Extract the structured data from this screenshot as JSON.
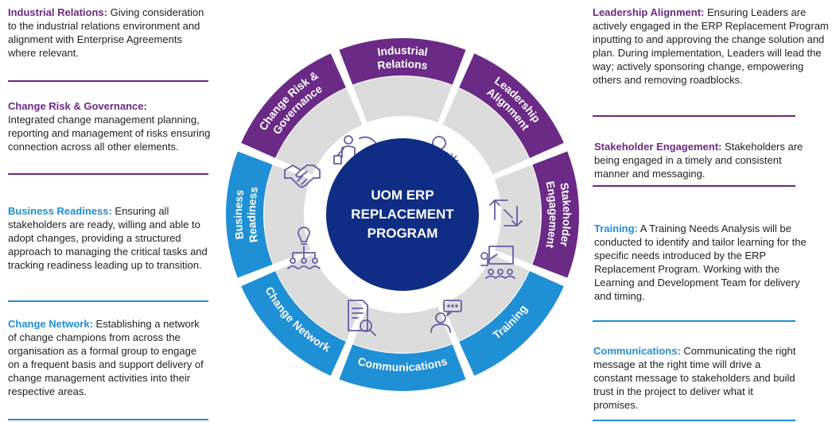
{
  "center": {
    "line1": "UOM ERP",
    "line2": "REPLACEMENT",
    "line3": "PROGRAM"
  },
  "segments": [
    {
      "id": "industrial-relations",
      "label": [
        "Industrial",
        "Relations"
      ],
      "color": "#6b2a86",
      "icon": "presenter-arrows-icon"
    },
    {
      "id": "leadership-alignment",
      "label": [
        "Leadership",
        "Alignment"
      ],
      "color": "#6b2a86",
      "icon": "person-gear-icon"
    },
    {
      "id": "stakeholder-engagement",
      "label": [
        "Stakeholder",
        "Engagement"
      ],
      "color": "#6b2a86",
      "icon": "exchange-arrows-icon"
    },
    {
      "id": "training",
      "label": [
        "Training"
      ],
      "color": "#1f8fd6",
      "icon": "classroom-icon"
    },
    {
      "id": "communications",
      "label": [
        "Communications"
      ],
      "color": "#1f8fd6",
      "icon": "chat-person-icon"
    },
    {
      "id": "change-network",
      "label": [
        "Change Network"
      ],
      "color": "#1f8fd6",
      "icon": "document-search-icon"
    },
    {
      "id": "business-readiness",
      "label": [
        "Business",
        "Readiness"
      ],
      "color": "#1f8fd6",
      "icon": "idea-network-icon"
    },
    {
      "id": "change-risk-governance",
      "label": [
        "Change Risk &",
        "Governance"
      ],
      "color": "#6b2a86",
      "icon": "handshake-icon"
    }
  ],
  "left_blocks": [
    {
      "heading": "Industrial Relations:",
      "text": "Giving consideration to the industrial relations environment and alignment with Enterprise Agreements where relevant.",
      "color": "purple"
    },
    {
      "heading": "Change Risk & Governance:",
      "text": "Integrated change management planning, reporting and management of risks ensuring connection across all other elements.",
      "color": "purple"
    },
    {
      "heading": "Business Readiness:",
      "text": "Ensuring all stakeholders are ready, willing and able to adopt changes, providing a structured approach to managing the critical tasks and tracking readiness leading up to transition.",
      "color": "blue"
    },
    {
      "heading": "Change Network:",
      "text": "Establishing a network of change champions from across the organisation as a formal group to engage on a frequent basis and support delivery of change management activities into their respective areas.",
      "color": "blue"
    }
  ],
  "right_blocks": [
    {
      "heading": "Leadership Alignment:",
      "text": "Ensuring Leaders are actively engaged in the ERP Replacement Program inputting to and approving the change solution and plan. During implementation, Leaders will lead the way; actively sponsoring change, empowering others and removing roadblocks.",
      "color": "purple"
    },
    {
      "heading": "Stakeholder Engagement:",
      "text": "Stakeholders are being engaged in a timely and consistent manner and messaging.",
      "color": "purple"
    },
    {
      "heading": "Training:",
      "text": "A Training Needs Analysis will be conducted to identify and tailor learning for the specific needs introduced by the ERP Replacement Program. Working with the Learning and Development Team for delivery and timing.",
      "color": "blue"
    },
    {
      "heading": "Communications:",
      "text": "Communicating the right message at the right time will drive a constant message to stakeholders and build trust in the project to deliver what it promises.",
      "color": "blue"
    }
  ]
}
